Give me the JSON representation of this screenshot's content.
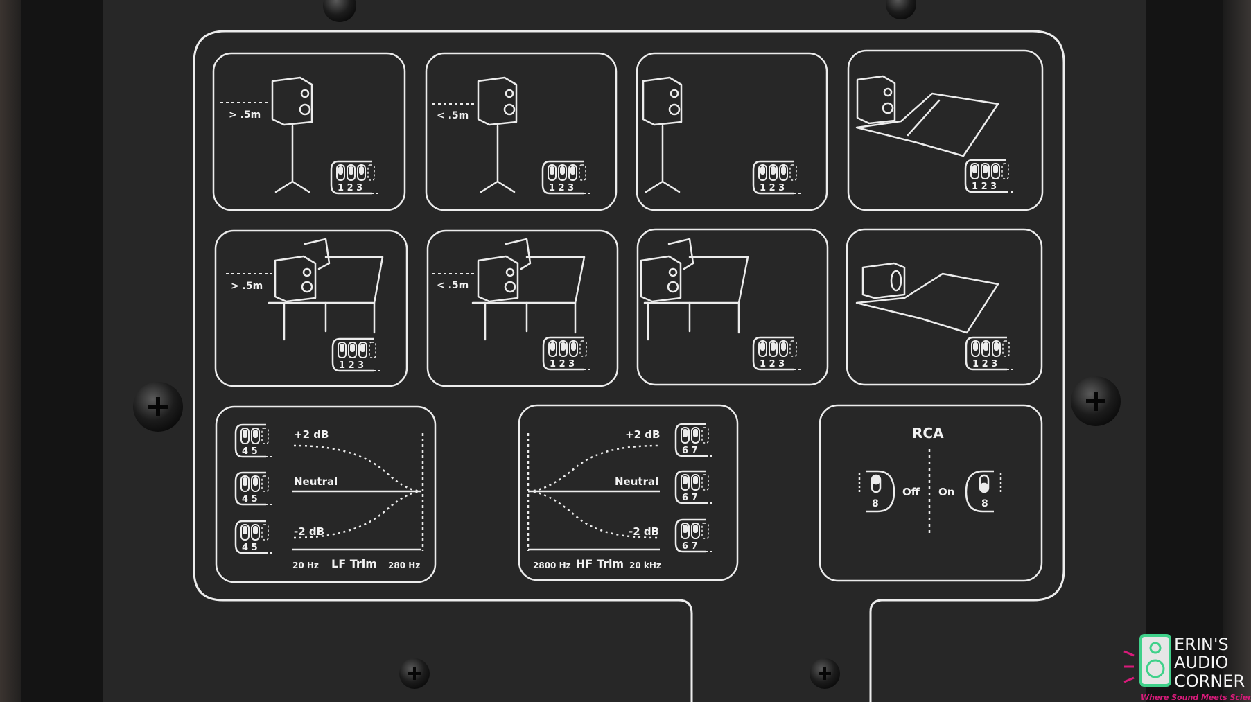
{
  "placement": {
    "far_label": "> .5m",
    "near_label": "< .5m"
  },
  "switch_numbers": {
    "bank_123": "1 2 3",
    "bank_45": "4 5",
    "bank_67": "6 7",
    "rca": "8"
  },
  "lf_trim": {
    "title": "LF Trim",
    "plus": "+2 dB",
    "neutral": "Neutral",
    "minus": "-2 dB",
    "freq_low": "20 Hz",
    "freq_high": "280 Hz"
  },
  "hf_trim": {
    "title": "HF Trim",
    "plus": "+2 dB",
    "neutral": "Neutral",
    "minus": "-2 dB",
    "freq_low": "2800 Hz",
    "freq_high": "20 kHz"
  },
  "rca": {
    "title": "RCA",
    "off": "Off",
    "on": "On"
  },
  "watermark": {
    "line1": "ERIN'S",
    "line2": "AUDIO",
    "line3": "CORNER",
    "tagline": "Where Sound Meets Science"
  },
  "colors": {
    "panel": "#262626",
    "line": "#ececec",
    "brand": "#d81b7a",
    "brand_green": "#3fd18a"
  }
}
